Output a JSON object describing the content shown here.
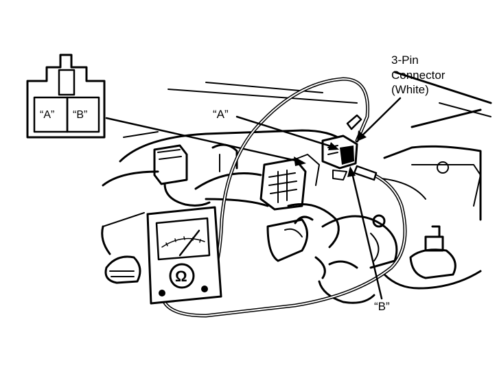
{
  "connector_callout": {
    "line1": "3-Pin",
    "line2": "Connector",
    "line3": "(White)"
  },
  "labels": {
    "terminal_a": "“A”",
    "terminal_b": "“B”"
  },
  "connector_inset": {
    "pin_a": "“A”",
    "pin_b": "“B”"
  },
  "ohmmeter": {
    "symbol": "Ω"
  },
  "colors": {
    "ink": "#000000",
    "paper": "#ffffff"
  }
}
